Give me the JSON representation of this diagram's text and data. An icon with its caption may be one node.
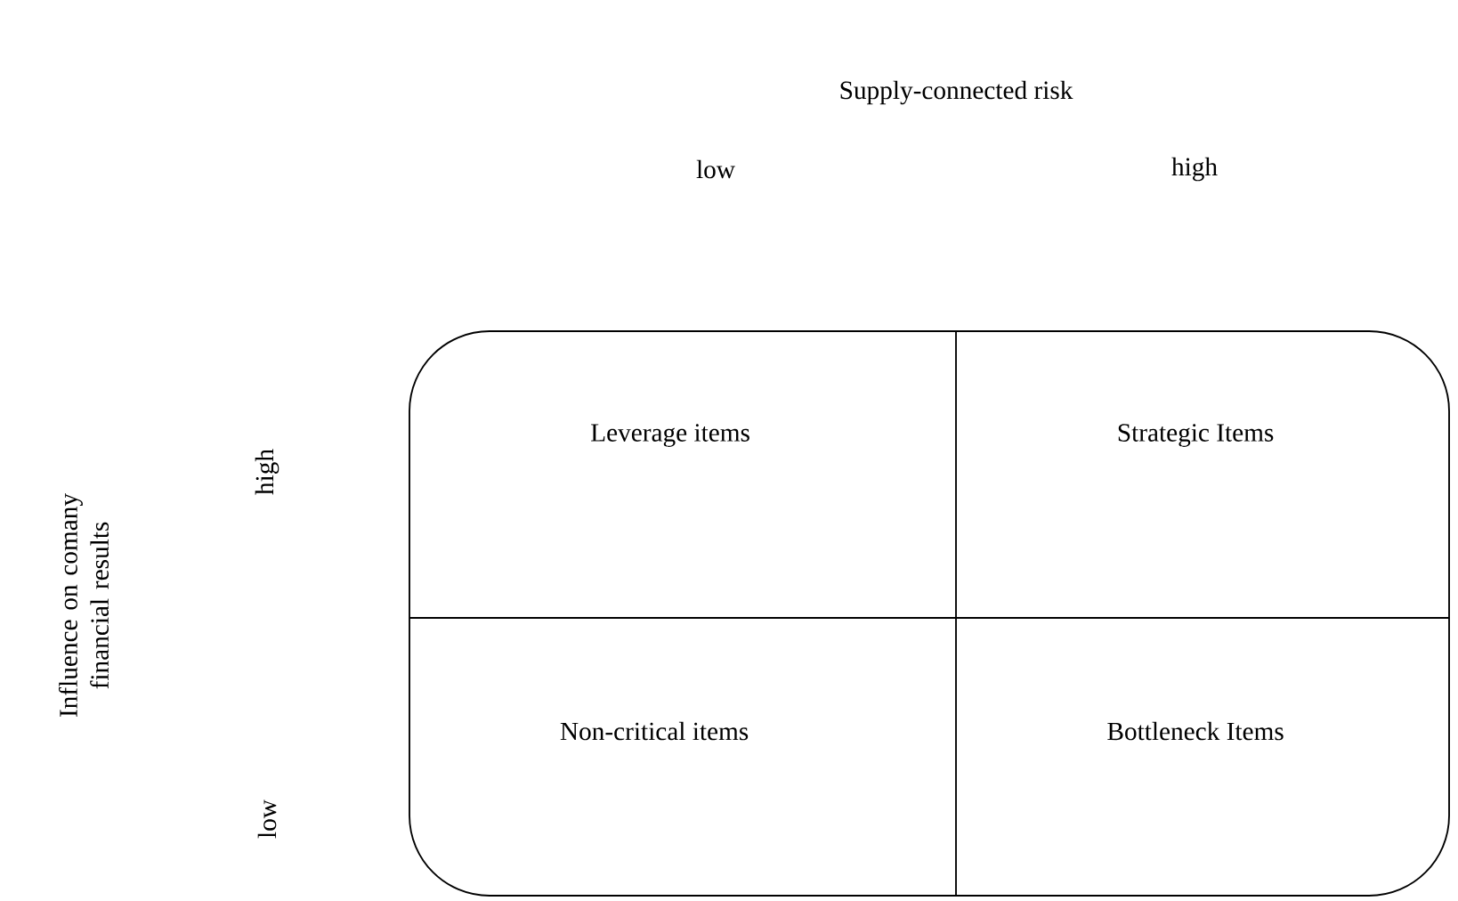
{
  "diagram": {
    "nodes": [
      {
        "text": [],
        "shape": "box"
      },
      {
        "text": [
          "Leverage items"
        ],
        "in": 0
      },
      {
        "text": [
          "Strategic Items"
        ],
        "in": 0
      },
      {
        "text": [
          "Non-critical items"
        ],
        "in": 0
      },
      {
        "text": [
          "Bottleneck Items"
        ],
        "in": 0
      }
    ],
    "labels": [
      "Supply-connected risk",
      "low",
      "high",
      "Influence on comany financial results",
      "high",
      "low"
    ]
  }
}
